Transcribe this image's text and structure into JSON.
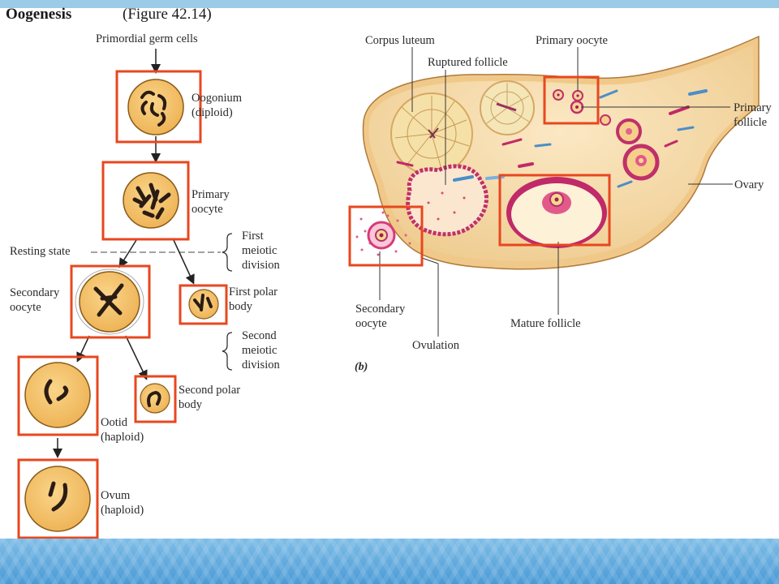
{
  "colors": {
    "highlight_box": "#e8471f",
    "cell_fill": "#f6c56c",
    "chromosome": "#2a1c14",
    "ovary_flesh": "#f5dcae",
    "follicle_pink": "#c8386e",
    "background_band": "#5aa7dc"
  },
  "left_panel": {
    "title": "Oogenesis",
    "figure_ref": "(Figure 42.14)",
    "primordial": "Primordial germ cells",
    "oogonium": "Oogonium",
    "oogonium_ploidy": "(diploid)",
    "primary_oocyte_1": "Primary",
    "primary_oocyte_2": "oocyte",
    "resting_state": "Resting state",
    "first_div_1": "First",
    "first_div_2": "meiotic",
    "first_div_3": "division",
    "secondary_1": "Secondary",
    "secondary_2": "oocyte",
    "first_polar_1": "First polar",
    "first_polar_2": "body",
    "second_div_1": "Second",
    "second_div_2": "meiotic",
    "second_div_3": "division",
    "second_polar_1": "Second polar",
    "second_polar_2": "body",
    "ootid": "Ootid",
    "ootid_ploidy": "(haploid)",
    "ovum": "Ovum",
    "ovum_ploidy": "(haploid)"
  },
  "right_panel": {
    "corpus_luteum": "Corpus luteum",
    "ruptured_follicle": "Ruptured follicle",
    "primary_oocyte": "Primary oocyte",
    "primary_follicle_1": "Primary",
    "primary_follicle_2": "follicle",
    "ovary": "Ovary",
    "secondary_oocyte_1": "Secondary",
    "secondary_oocyte_2": "oocyte",
    "ovulation": "Ovulation",
    "mature_follicle": "Mature follicle",
    "panel_letter": "(b)"
  }
}
